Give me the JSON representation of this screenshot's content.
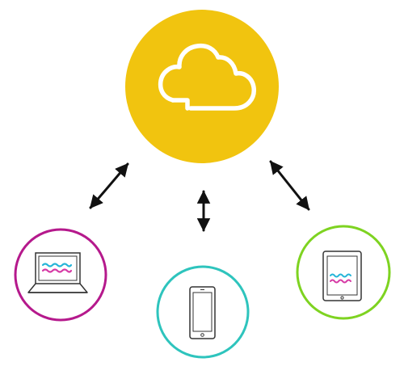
{
  "colors": {
    "cloud_fill": "#f1c40f",
    "cloud_icon": "#ffffff",
    "laptop_ring": "#b5198c",
    "phone_ring": "#2ec4bd",
    "tablet_ring": "#7ed321",
    "device_stroke": "#333333",
    "arrow": "#111111",
    "scribble_cyan": "#26b5d8",
    "scribble_magenta": "#d63aa5"
  },
  "nodes": {
    "cloud": {
      "icon": "cloud-icon"
    },
    "laptop": {
      "icon": "laptop-icon"
    },
    "phone": {
      "icon": "smartphone-icon"
    },
    "tablet": {
      "icon": "tablet-icon"
    }
  },
  "connections": [
    {
      "from": "cloud",
      "to": "laptop",
      "direction": "bidirectional"
    },
    {
      "from": "cloud",
      "to": "phone",
      "direction": "bidirectional"
    },
    {
      "from": "cloud",
      "to": "tablet",
      "direction": "bidirectional"
    }
  ]
}
